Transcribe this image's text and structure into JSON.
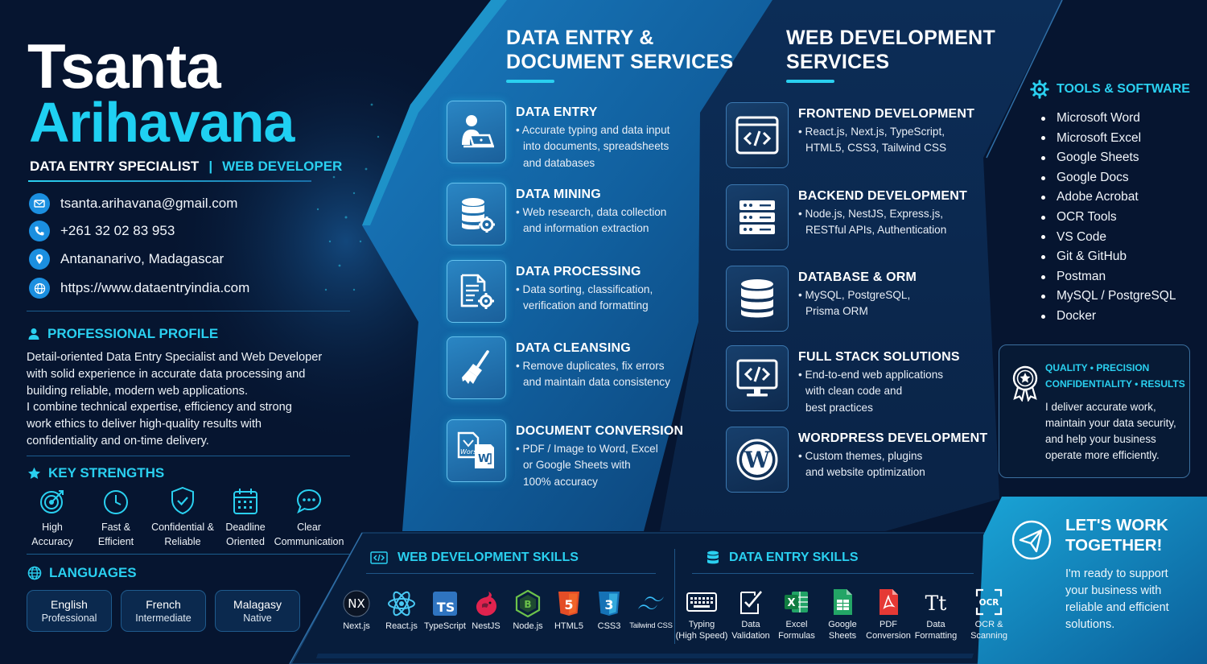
{
  "name": {
    "first": "Tsanta",
    "last": "Arihavana"
  },
  "roles": {
    "primary": "DATA ENTRY SPECIALIST",
    "separator": "|",
    "secondary": "WEB DEVELOPER"
  },
  "contact": {
    "email": "tsanta.arihavana@gmail.com",
    "phone": "+261 32 02 83 953",
    "location": "Antananarivo, Madagascar",
    "website": "https://www.dataentryindia.com"
  },
  "profile": {
    "title": "PROFESSIONAL PROFILE",
    "lines": [
      "Detail-oriented Data Entry Specialist and Web Developer",
      "with solid experience in accurate data processing and",
      "building reliable, modern web applications.",
      "I combine technical expertise, efficiency and strong",
      "work ethics to deliver high-quality results with",
      "confidentiality and on-time delivery."
    ]
  },
  "strengths": {
    "title": "KEY STRENGTHS",
    "items": [
      {
        "icon": "target-icon",
        "line1": "High",
        "line2": "Accuracy"
      },
      {
        "icon": "clock-icon",
        "line1": "Fast &",
        "line2": "Efficient"
      },
      {
        "icon": "shield-check-icon",
        "line1": "Confidential &",
        "line2": "Reliable"
      },
      {
        "icon": "calendar-icon",
        "line1": "Deadline",
        "line2": "Oriented"
      },
      {
        "icon": "chat-icon",
        "line1": "Clear",
        "line2": "Communication"
      }
    ]
  },
  "languages": {
    "title": "LANGUAGES",
    "items": [
      {
        "name": "English",
        "level": "Professional"
      },
      {
        "name": "French",
        "level": "Intermediate"
      },
      {
        "name": "Malagasy",
        "level": "Native"
      }
    ]
  },
  "data_entry_services": {
    "title_lines": [
      "DATA ENTRY &",
      "DOCUMENT SERVICES"
    ],
    "items": [
      {
        "icon": "person-laptop-icon",
        "title": "DATA ENTRY",
        "lines": [
          "• Accurate typing and data input",
          "into documents, spreadsheets",
          "and databases"
        ]
      },
      {
        "icon": "database-gear-icon",
        "title": "DATA MINING",
        "lines": [
          "• Web research, data collection",
          "and information extraction"
        ]
      },
      {
        "icon": "document-gear-icon",
        "title": "DATA PROCESSING",
        "lines": [
          "• Data sorting, classification,",
          "verification and formatting"
        ]
      },
      {
        "icon": "broom-icon",
        "title": "DATA CLEANSING",
        "lines": [
          "• Remove duplicates, fix errors",
          "and maintain data consistency"
        ]
      },
      {
        "icon": "document-conversion-icon",
        "title": "DOCUMENT CONVERSION",
        "lines": [
          "• PDF / Image to Word, Excel",
          "or Google Sheets with",
          "100% accuracy"
        ]
      }
    ]
  },
  "web_services": {
    "title_lines": [
      "WEB DEVELOPMENT",
      "SERVICES"
    ],
    "items": [
      {
        "icon": "code-window-icon",
        "title": "FRONTEND DEVELOPMENT",
        "lines": [
          "• React.js, Next.js, TypeScript,",
          "HTML5, CSS3, Tailwind CSS"
        ]
      },
      {
        "icon": "server-icon",
        "title": "BACKEND DEVELOPMENT",
        "lines": [
          "• Node.js, NestJS, Express.js,",
          "RESTful APIs, Authentication"
        ]
      },
      {
        "icon": "database-icon",
        "title": "DATABASE & ORM",
        "lines": [
          "• MySQL, PostgreSQL,",
          "Prisma ORM"
        ]
      },
      {
        "icon": "code-monitor-icon",
        "title": "FULL STACK SOLUTIONS",
        "lines": [
          "• End-to-end web applications",
          "with clean code and",
          "best practices"
        ]
      },
      {
        "icon": "wordpress-icon",
        "title": "WORDPRESS DEVELOPMENT",
        "lines": [
          "• Custom themes, plugins",
          "and website optimization"
        ]
      }
    ]
  },
  "tools": {
    "title": "TOOLS & SOFTWARE",
    "items": [
      "Microsoft Word",
      "Microsoft Excel",
      "Google Sheets",
      "Google Docs",
      "Adobe Acrobat",
      "OCR Tools",
      "VS Code",
      "Git & GitHub",
      "Postman",
      "MySQL / PostgreSQL",
      "Docker"
    ]
  },
  "quality": {
    "heading_lines": [
      "QUALITY • PRECISION",
      "CONFIDENTIALITY • RESULTS"
    ],
    "text_lines": [
      "I deliver accurate work,",
      "maintain your data security,",
      "and help your business",
      "operate more efficiently."
    ]
  },
  "cta": {
    "title_lines": [
      "LET'S WORK",
      "TOGETHER!"
    ],
    "text_lines": [
      "I'm ready to support",
      "your business with",
      "reliable and efficient",
      "solutions."
    ]
  },
  "web_skills": {
    "title": "WEB DEVELOPMENT SKILLS",
    "items": [
      {
        "icon": "nextjs-icon",
        "label": "Next.js",
        "glyph": "NX"
      },
      {
        "icon": "react-icon",
        "label": "React.js"
      },
      {
        "icon": "typescript-icon",
        "label": "TypeScript",
        "glyph": "TS"
      },
      {
        "icon": "nestjs-icon",
        "label": "NestJS"
      },
      {
        "icon": "nodejs-icon",
        "label": "Node.js"
      },
      {
        "icon": "html5-icon",
        "label": "HTML5"
      },
      {
        "icon": "css3-icon",
        "label": "CSS3"
      },
      {
        "icon": "tailwind-icon",
        "label": "Tailwind CSS"
      }
    ]
  },
  "data_skills": {
    "title": "DATA ENTRY SKILLS",
    "items": [
      {
        "icon": "keyboard-icon",
        "line1": "Typing",
        "line2": "(High Speed)"
      },
      {
        "icon": "check-document-icon",
        "line1": "Data",
        "line2": "Validation"
      },
      {
        "icon": "excel-icon",
        "line1": "Excel",
        "line2": "Formulas"
      },
      {
        "icon": "google-sheets-icon",
        "line1": "Google",
        "line2": "Sheets"
      },
      {
        "icon": "pdf-icon",
        "line1": "PDF",
        "line2": "Conversion"
      },
      {
        "icon": "text-format-icon",
        "line1": "Data",
        "line2": "Formatting",
        "glyph": "Tt"
      },
      {
        "icon": "ocr-icon",
        "line1": "OCR &",
        "line2": "Scanning",
        "glyph": "OCR"
      }
    ]
  },
  "colors": {
    "background": "#061530",
    "accent": "#2ad0f0",
    "panel": "#0e4d88"
  }
}
